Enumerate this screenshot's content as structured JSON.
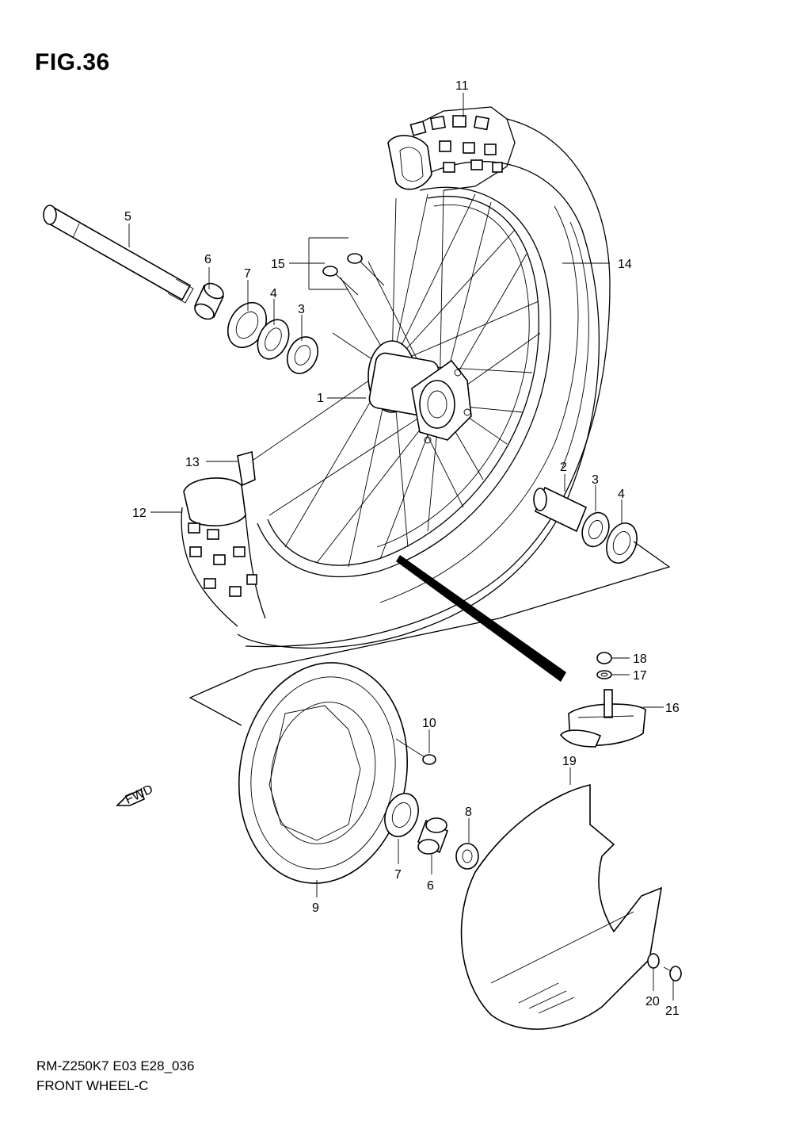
{
  "figure": {
    "title": "FIG.36"
  },
  "caption": {
    "model_code": "RM-Z250K7 E03 E28_036",
    "name": "FRONT WHEEL-C"
  },
  "fwd_label": "FWD",
  "callouts": [
    "1",
    "2",
    "3",
    "3",
    "4",
    "4",
    "5",
    "6",
    "6",
    "7",
    "7",
    "8",
    "9",
    "10",
    "11",
    "12",
    "13",
    "14",
    "15",
    "16",
    "17",
    "18",
    "19",
    "20",
    "21"
  ]
}
